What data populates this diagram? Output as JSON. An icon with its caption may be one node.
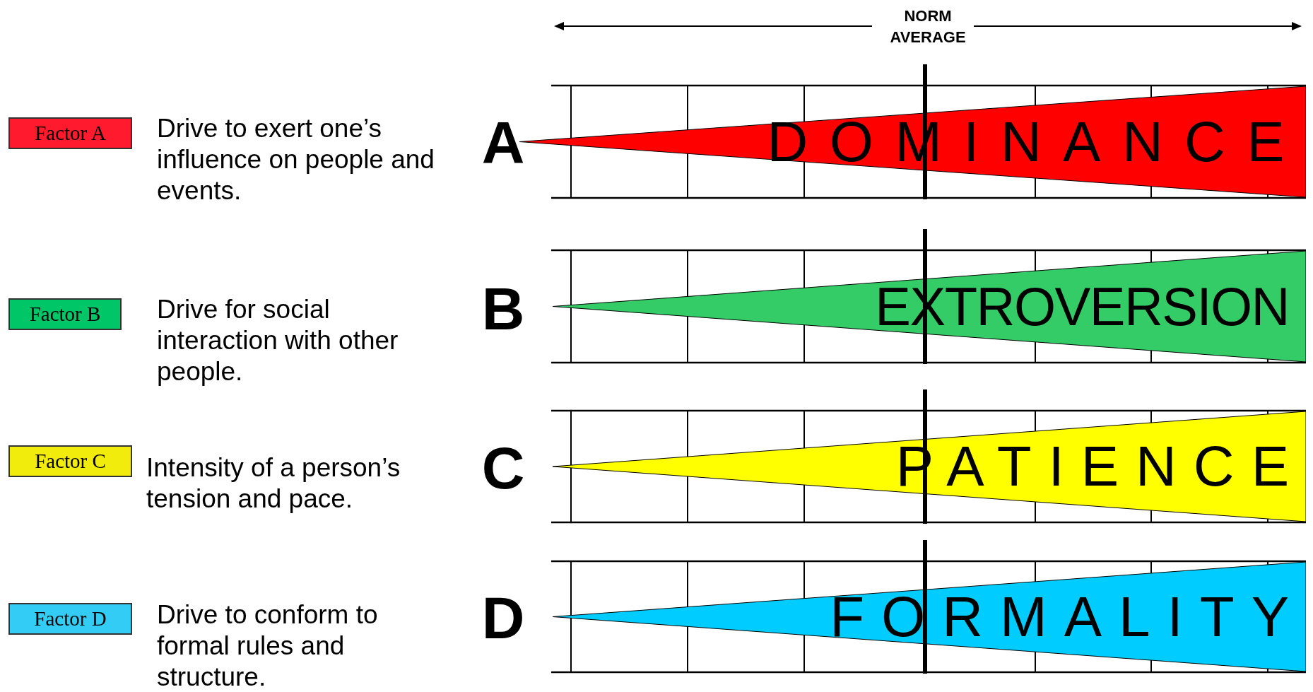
{
  "diagram": {
    "nodes": [
      {
        "text": [
          "Factor A"
        ],
        "beside": [
          "Drive to exert one’s influence on people and events."
        ]
      },
      {
        "text": [
          "DOMINANCE"
        ]
      },
      {
        "text": [
          "Factor B"
        ],
        "beside": [
          "Drive for social interaction with other people."
        ]
      },
      {
        "text": [
          "EXTROVERSION"
        ]
      },
      {
        "text": [
          "Factor C"
        ],
        "beside": [
          "Intensity of a person’s tension and pace."
        ]
      },
      {
        "text": [
          "PATIENCE"
        ]
      },
      {
        "text": [
          "Factor D"
        ],
        "beside": [
          "Drive to conform to formal rules and structure."
        ]
      },
      {
        "text": [
          "FORMALITY"
        ]
      }
    ],
    "labels": [
      "NORM AVERAGE",
      "A",
      "B",
      "C",
      "D"
    ]
  }
}
